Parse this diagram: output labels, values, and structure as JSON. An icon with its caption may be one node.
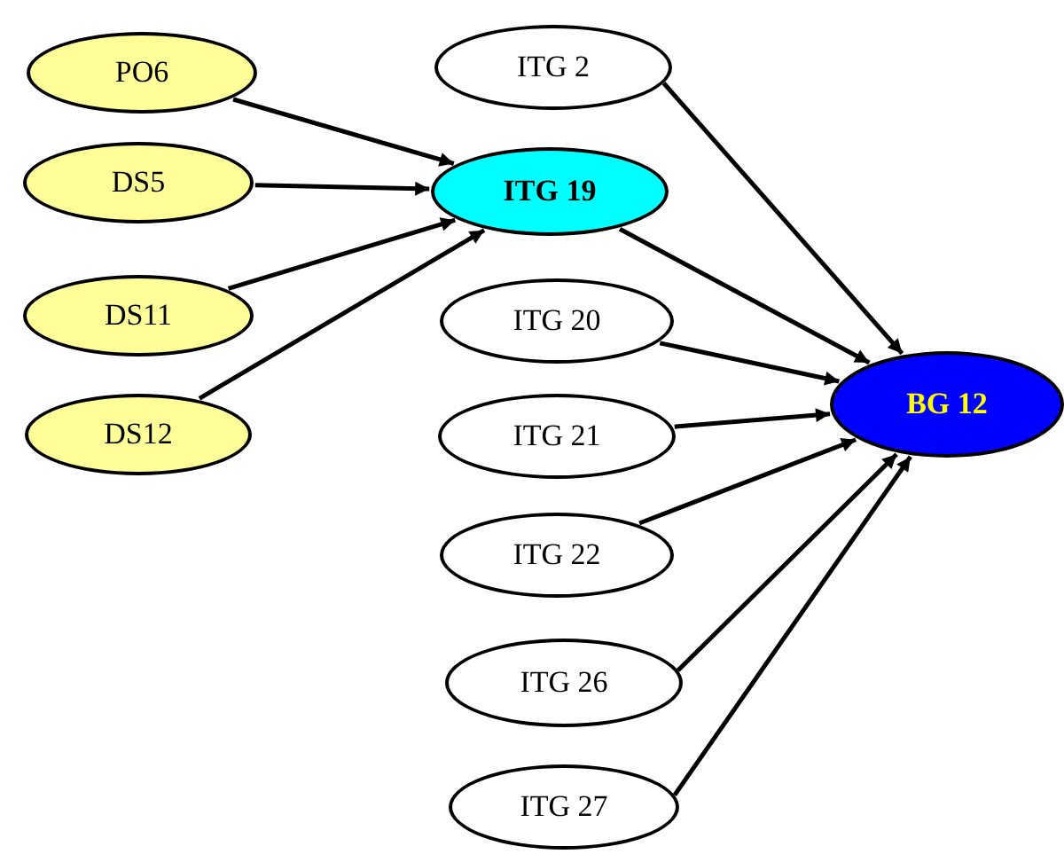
{
  "diagram": {
    "nodes": [
      {
        "text": [
          "PO6"
        ]
      },
      {
        "text": [
          "DS5"
        ]
      },
      {
        "text": [
          "DS11"
        ]
      },
      {
        "text": [
          "DS12"
        ]
      },
      {
        "text": [
          "ITG 2"
        ]
      },
      {
        "text": [
          "ITG 19"
        ]
      },
      {
        "text": [
          "ITG 20"
        ]
      },
      {
        "text": [
          "ITG 21"
        ]
      },
      {
        "text": [
          "ITG 22"
        ]
      },
      {
        "text": [
          "ITG 26"
        ]
      },
      {
        "text": [
          "ITG 27"
        ]
      },
      {
        "text": [
          "BG 12"
        ]
      }
    ],
    "edges": [
      {
        "from": 0,
        "to": 5,
        "arrow": "to"
      },
      {
        "from": 1,
        "to": 5,
        "arrow": "to"
      },
      {
        "from": 2,
        "to": 5,
        "arrow": "to"
      },
      {
        "from": 3,
        "to": 5,
        "arrow": "to"
      },
      {
        "from": 4,
        "to": 11,
        "arrow": "to"
      },
      {
        "from": 5,
        "to": 11,
        "arrow": "to"
      },
      {
        "from": 6,
        "to": 11,
        "arrow": "to"
      },
      {
        "from": 7,
        "to": 11,
        "arrow": "to"
      },
      {
        "from": 8,
        "to": 11,
        "arrow": "to"
      },
      {
        "from": 9,
        "to": 11,
        "arrow": "to"
      },
      {
        "from": 10,
        "to": 11,
        "arrow": "to"
      }
    ]
  }
}
